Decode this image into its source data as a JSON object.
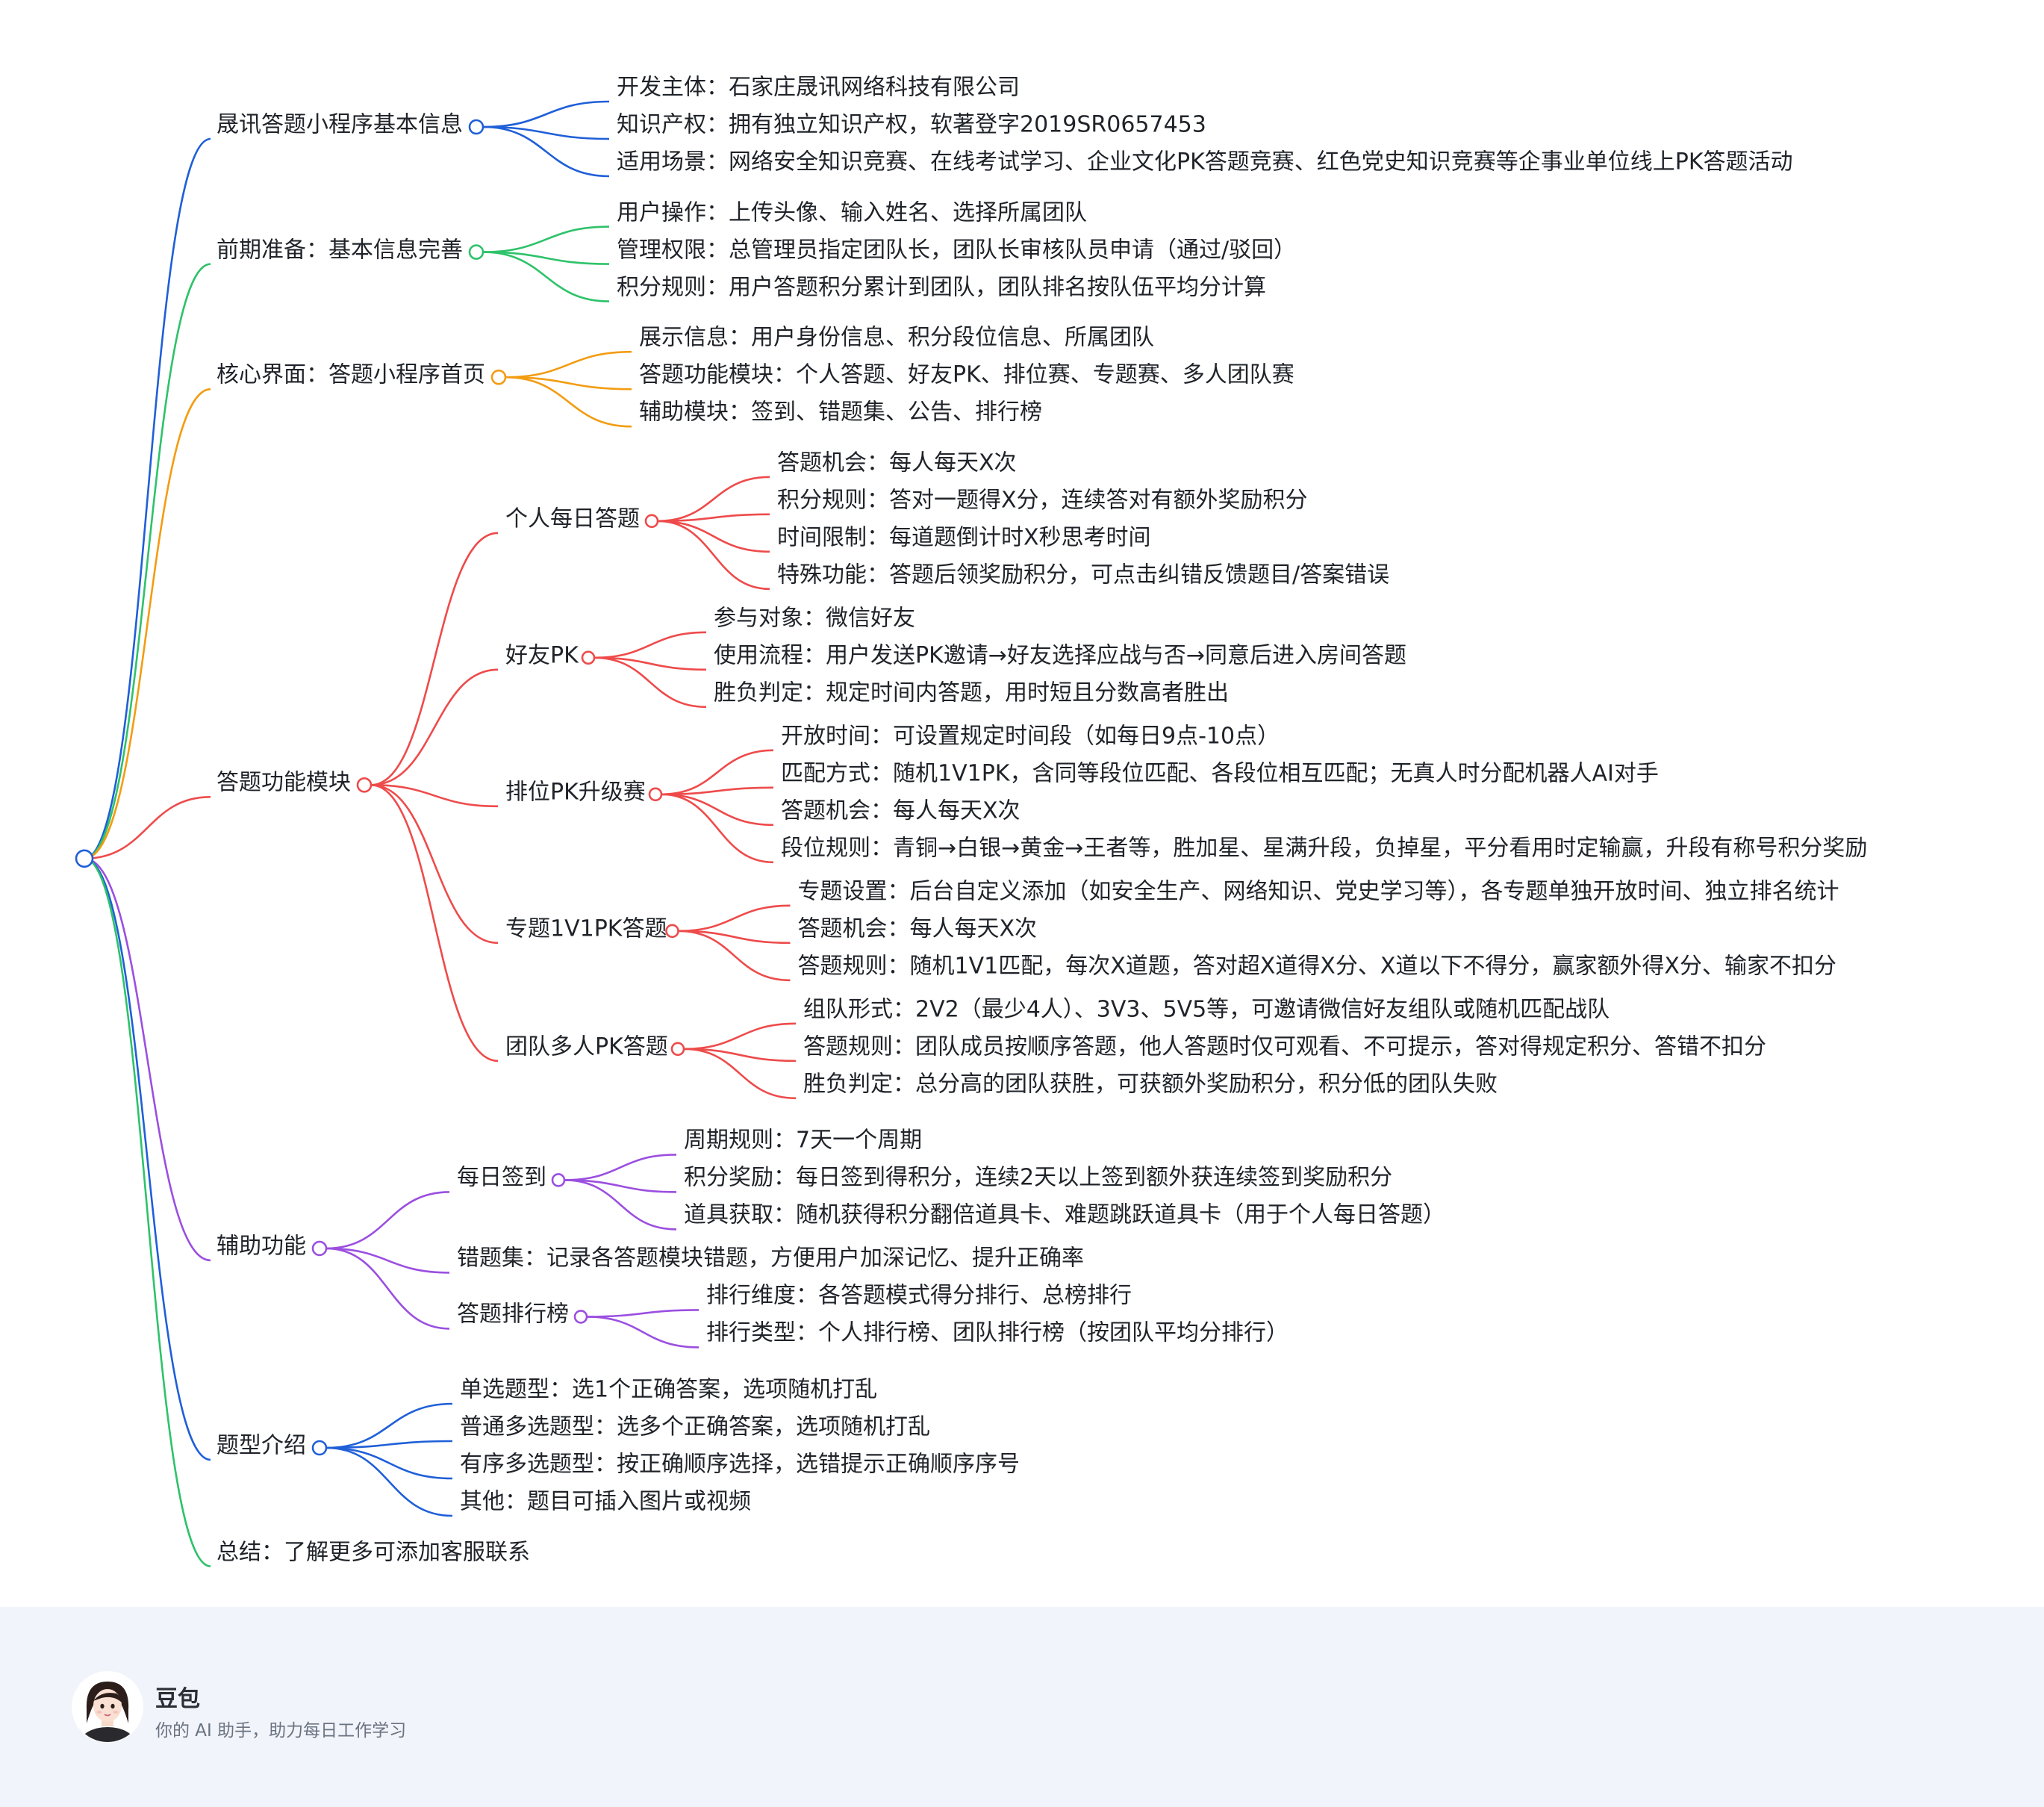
{
  "mindmap": {
    "branches": [
      {
        "label": "晟讯答题小程序基本信息",
        "color": "#1f5fd8",
        "children": [
          {
            "label": "开发主体：石家庄晟讯网络科技有限公司"
          },
          {
            "label": "知识产权：拥有独立知识产权，软著登字2019SR0657453"
          },
          {
            "label": "适用场景：网络安全知识竞赛、在线考试学习、企业文化PK答题竞赛、红色党史知识竞赛等企事业单位线上PK答题活动"
          }
        ]
      },
      {
        "label": "前期准备：基本信息完善",
        "color": "#2ec26a",
        "children": [
          {
            "label": "用户操作：上传头像、输入姓名、选择所属团队"
          },
          {
            "label": "管理权限：总管理员指定团队长，团队长审核队员申请（通过/驳回）"
          },
          {
            "label": "积分规则：用户答题积分累计到团队，团队排名按队伍平均分计算"
          }
        ]
      },
      {
        "label": "核心界面：答题小程序首页",
        "color": "#f39c12",
        "children": [
          {
            "label": "展示信息：用户身份信息、积分段位信息、所属团队"
          },
          {
            "label": "答题功能模块：个人答题、好友PK、排位赛、专题赛、多人团队赛"
          },
          {
            "label": "辅助模块：签到、错题集、公告、排行榜"
          }
        ]
      },
      {
        "label": "答题功能模块",
        "color": "#ee4b4b",
        "children": [
          {
            "label": "个人每日答题",
            "children": [
              {
                "label": "答题机会：每人每天X次"
              },
              {
                "label": "积分规则：答对一题得X分，连续答对有额外奖励积分"
              },
              {
                "label": "时间限制：每道题倒计时X秒思考时间"
              },
              {
                "label": "特殊功能：答题后领奖励积分，可点击纠错反馈题目/答案错误"
              }
            ]
          },
          {
            "label": "好友PK",
            "children": [
              {
                "label": "参与对象：微信好友"
              },
              {
                "label": "使用流程：用户发送PK邀请→好友选择应战与否→同意后进入房间答题"
              },
              {
                "label": "胜负判定：规定时间内答题，用时短且分数高者胜出"
              }
            ]
          },
          {
            "label": "排位PK升级赛",
            "children": [
              {
                "label": "开放时间：可设置规定时间段（如每日9点-10点）"
              },
              {
                "label": "匹配方式：随机1V1PK，含同等段位匹配、各段位相互匹配；无真人时分配机器人AI对手"
              },
              {
                "label": "答题机会：每人每天X次"
              },
              {
                "label": "段位规则：青铜→白银→黄金→王者等，胜加星、星满升段，负掉星，平分看用时定输赢，升段有称号积分奖励"
              }
            ]
          },
          {
            "label": "专题1V1PK答题",
            "children": [
              {
                "label": "专题设置：后台自定义添加（如安全生产、网络知识、党史学习等），各专题单独开放时间、独立排名统计"
              },
              {
                "label": "答题机会：每人每天X次"
              },
              {
                "label": "答题规则：随机1V1匹配，每次X道题，答对超X道得X分、X道以下不得分，赢家额外得X分、输家不扣分"
              }
            ]
          },
          {
            "label": "团队多人PK答题",
            "children": [
              {
                "label": "组队形式：2V2（最少4人）、3V3、5V5等，可邀请微信好友组队或随机匹配战队"
              },
              {
                "label": "答题规则：团队成员按顺序答题，他人答题时仅可观看、不可提示，答对得规定积分、答错不扣分"
              },
              {
                "label": "胜负判定：总分高的团队获胜，可获额外奖励积分，积分低的团队失败"
              }
            ]
          }
        ]
      },
      {
        "label": "辅助功能",
        "color": "#9b4fe0",
        "children": [
          {
            "label": "每日签到",
            "children": [
              {
                "label": "周期规则：7天一个周期"
              },
              {
                "label": "积分奖励：每日签到得积分，连续2天以上签到额外获连续签到奖励积分"
              },
              {
                "label": "道具获取：随机获得积分翻倍道具卡、难题跳跃道具卡（用于个人每日答题）"
              }
            ]
          },
          {
            "label": "错题集：记录各答题模块错题，方便用户加深记忆、提升正确率"
          },
          {
            "label": "答题排行榜",
            "children": [
              {
                "label": "排行维度：各答题模式得分排行、总榜排行"
              },
              {
                "label": "排行类型：个人排行榜、团队排行榜（按团队平均分排行）"
              }
            ]
          }
        ]
      },
      {
        "label": "题型介绍",
        "color": "#1f5fd8",
        "children": [
          {
            "label": "单选题型：选1个正确答案，选项随机打乱"
          },
          {
            "label": "普通多选题型：选多个正确答案，选项随机打乱"
          },
          {
            "label": "有序多选题型：按正确顺序选择，选错提示正确顺序序号"
          },
          {
            "label": "其他：题目可插入图片或视频"
          }
        ]
      },
      {
        "label": "总结：了解更多可添加客服联系",
        "color": "#2ec26a"
      }
    ]
  },
  "footer": {
    "brand_name": "豆包",
    "tagline": "你的 AI 助手，助力每日工作学习"
  }
}
